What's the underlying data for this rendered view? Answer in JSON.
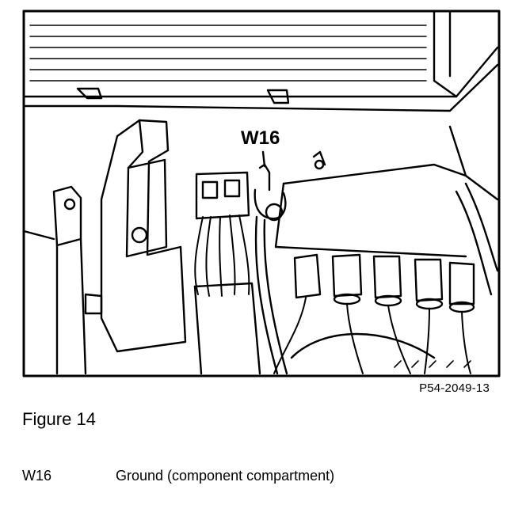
{
  "figure": {
    "callout": "W16",
    "code": "P54-2049-13"
  },
  "caption": "Figure 14",
  "legend": [
    {
      "key": "W16",
      "description": "Ground (component compartment)"
    }
  ]
}
